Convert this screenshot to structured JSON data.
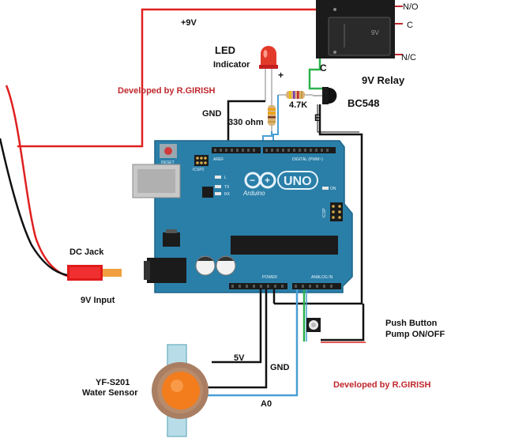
{
  "labels": {
    "supply": "+9V",
    "led_title": "LED",
    "led_sub": "Indicator",
    "plus": "+",
    "gnd_top": "GND",
    "resistor_led": "330 ohm",
    "resistor_base": "4.7K",
    "transistor": "BC548",
    "emitter": "E",
    "collector": "C",
    "relay_title": "9V Relay",
    "relay_no": "N/O",
    "relay_c": "C",
    "relay_nc": "N/C",
    "credit_top": "Developed by R.GIRISH",
    "credit_bottom": "Developed by R.GIRISH",
    "dc_jack": "DC Jack",
    "input": "9V Input",
    "push_button_1": "Push Button",
    "push_button_2": "Pump ON/OFF",
    "sensor_1": "YF-S201",
    "sensor_2": "Water Sensor",
    "wire_5v": "5V",
    "wire_gnd": "GND",
    "wire_a0": "A0"
  },
  "board": {
    "logo": "UNO",
    "brand": "Arduino",
    "reset": "RESET",
    "digital": "DIGITAL (PWM~)",
    "analog": "ANALOG IN",
    "power": "POWER",
    "icsp": "ICSP",
    "icsp2": "ICSP2",
    "on": "ON",
    "led_l": "L",
    "led_tx": "TX",
    "led_rx": "RX",
    "aref": "AREF"
  },
  "relay": {
    "body_text": "9V"
  },
  "colors": {
    "board": "#2a7fa8",
    "wire_red": "#e02020",
    "wire_black": "#111111",
    "wire_green": "#2bb24c",
    "wire_blue": "#4a9fd4",
    "credit": "#c0282d"
  }
}
